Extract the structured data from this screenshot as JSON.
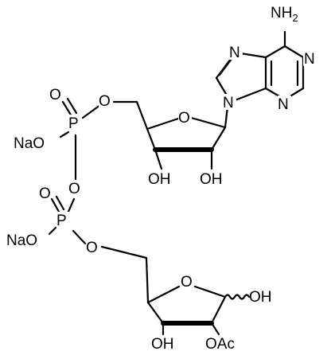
{
  "atoms": {
    "nh2": {
      "base": "NH",
      "sub": "2"
    },
    "n7": "N",
    "n1": "N",
    "n9": "N",
    "n3": "N",
    "o_ribose1": "O",
    "o_5prime1": "O",
    "p1": "P",
    "p1_oxo": "O",
    "p1_ona": "NaO",
    "o_bridge": "O",
    "p2": "P",
    "p2_oxo": "O",
    "p2_ona": "NaO",
    "o_5prime2": "O",
    "o_ribose2": "O",
    "oh_2prime1": "OH",
    "oh_3prime1": "OH",
    "oh_anomeric": "OH",
    "oh_3prime2": "OH",
    "oac": "OAc"
  }
}
